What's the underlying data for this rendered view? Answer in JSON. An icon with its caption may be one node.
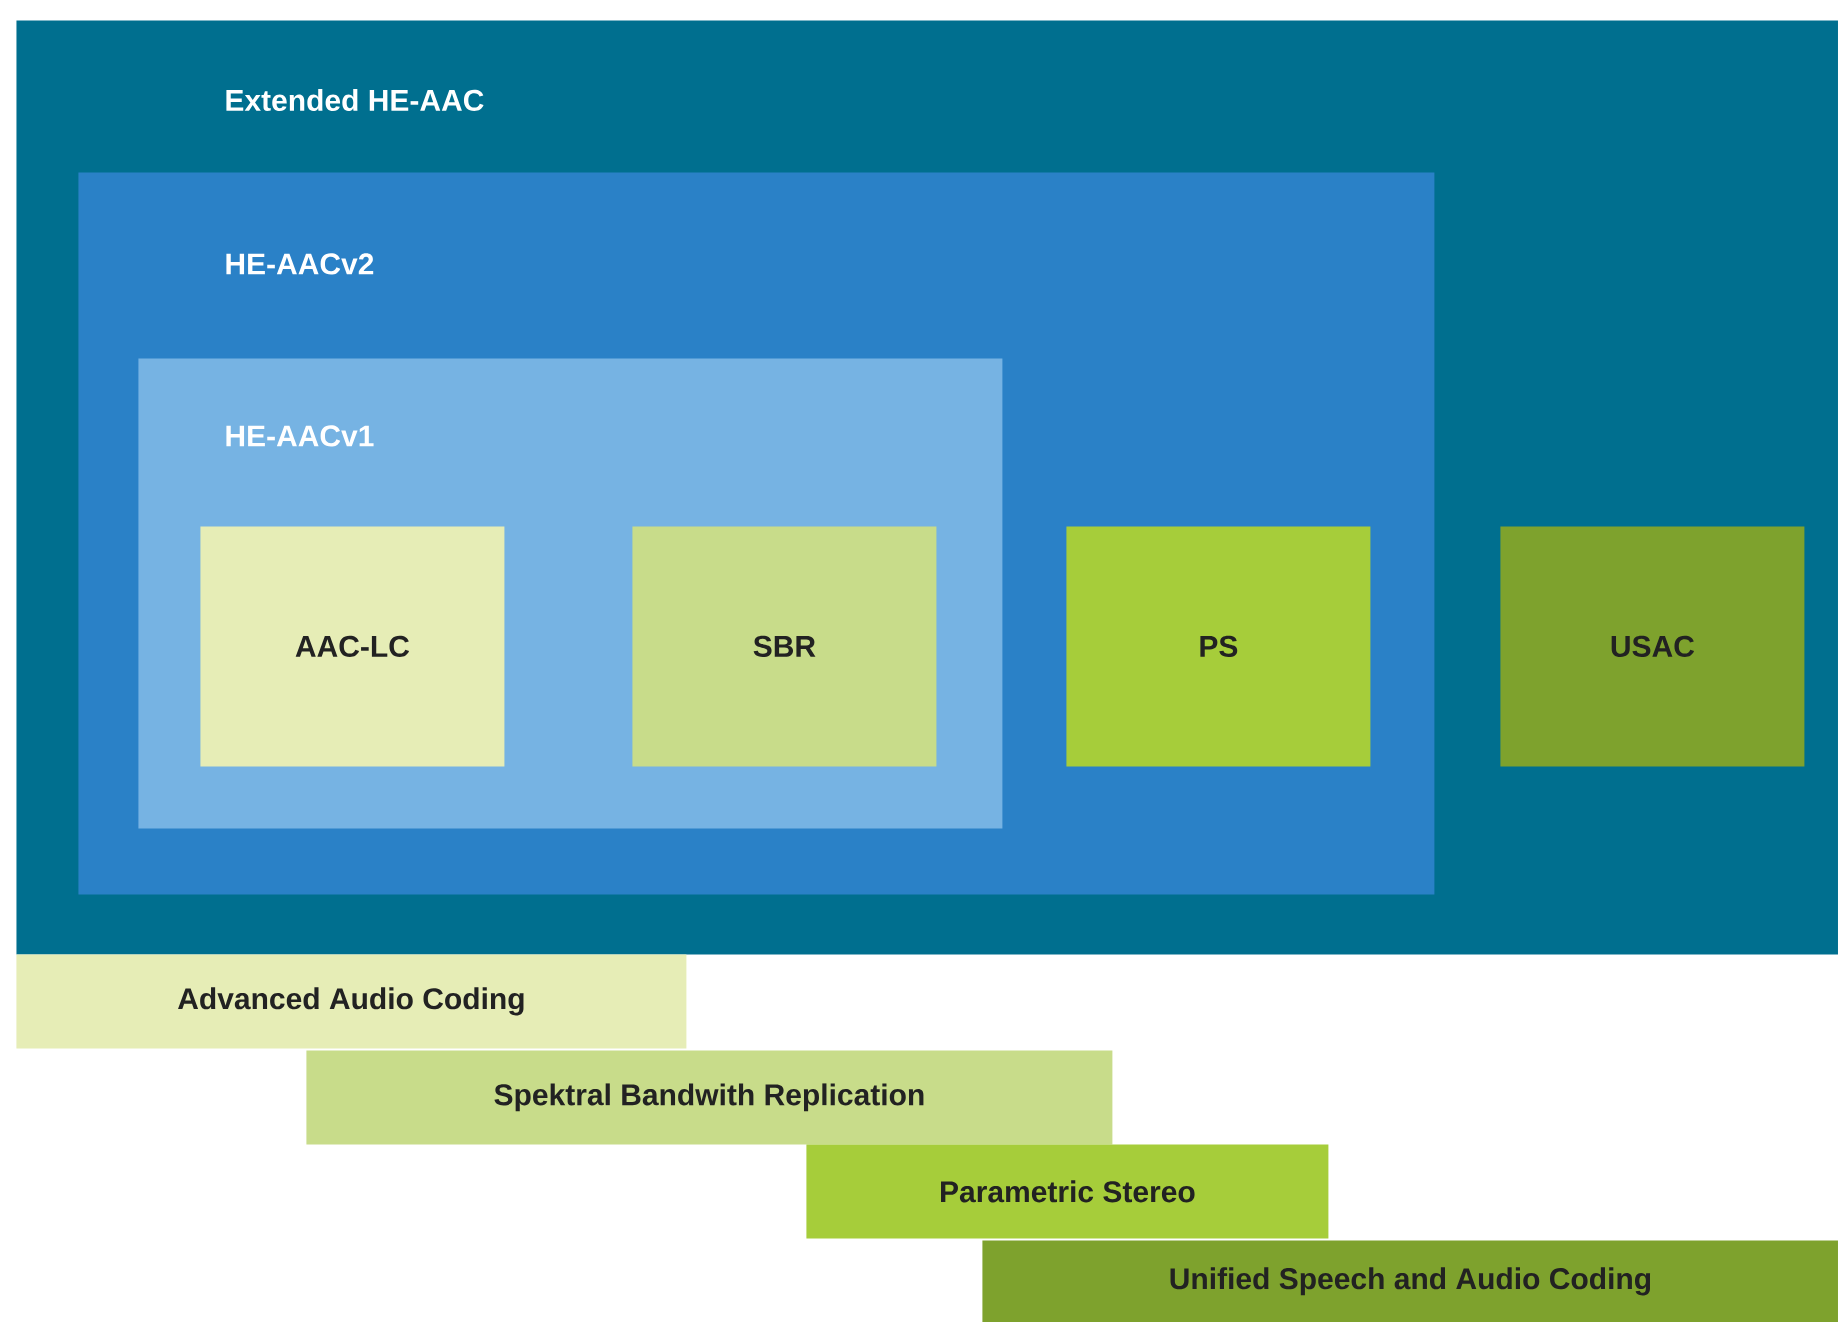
{
  "diagram": {
    "nodes": [
      {
        "text": [
          "Extended HE-AAC"
        ]
      },
      {
        "text": [
          "HE-AACv2"
        ],
        "in": 0
      },
      {
        "text": [
          "HE-AACv1"
        ],
        "in": 1
      },
      {
        "text": [
          "AAC-LC"
        ],
        "in": 2
      },
      {
        "text": [
          "SBR"
        ],
        "in": 2
      },
      {
        "text": [
          "PS"
        ],
        "in": 1
      },
      {
        "text": [
          "USAC"
        ],
        "in": 0
      },
      {
        "text": [
          "Advanced Audio Coding"
        ]
      },
      {
        "text": [
          "Spektral Bandwith Replication"
        ]
      },
      {
        "text": [
          "Parametric Stereo"
        ]
      },
      {
        "text": [
          "Unified Speech and Audio Coding"
        ]
      }
    ]
  }
}
